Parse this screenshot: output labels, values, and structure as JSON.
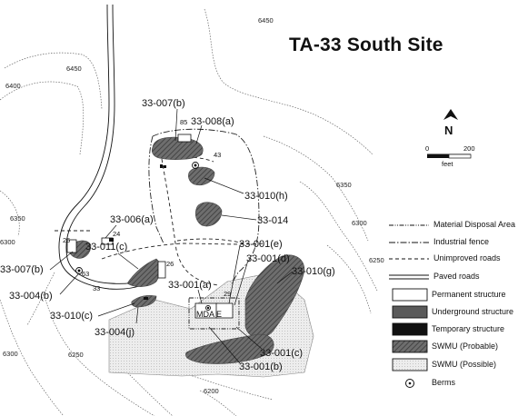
{
  "title": "TA-33 South Site",
  "north_label": "N",
  "scale": {
    "start": "0",
    "end": "200",
    "unit": "feet"
  },
  "contour_labels": [
    "6450",
    "6450",
    "6400",
    "6350",
    "6350",
    "6300",
    "6300",
    "6250",
    "6250",
    "6300",
    "6250",
    "6200"
  ],
  "site_labels": {
    "s007b_top": "33-007(b)",
    "s008a": "33-008(a)",
    "s010h": "33-010(h)",
    "s014": "33-014",
    "s006a": "33-006(a)",
    "s011c": "33-011(c)",
    "s007b_left": "33-007(b)",
    "s004b": "33-004(b)",
    "s010c": "33-010(c)",
    "s004j": "33-004(j)",
    "s001a": "33-001(a)",
    "s001e": "33-001(e)",
    "s001d": "33-001(d)",
    "s010g": "33-010(g)",
    "s001c": "33-001(c)",
    "s001b": "33-001(b)",
    "mda": "MDA E"
  },
  "building_numbers": [
    "85",
    "43",
    "24",
    "25",
    "26",
    "63",
    "33",
    "29"
  ],
  "legend": [
    {
      "key": "mda",
      "label": "Material Disposal Area"
    },
    {
      "key": "fence",
      "label": "Industrial fence"
    },
    {
      "key": "unimproved",
      "label": "Unimproved roads"
    },
    {
      "key": "paved",
      "label": "Paved roads"
    },
    {
      "key": "permanent",
      "label": "Permanent structure"
    },
    {
      "key": "underground",
      "label": "Underground structure"
    },
    {
      "key": "temporary",
      "label": "Temporary structure"
    },
    {
      "key": "swmu_probable",
      "label": "SWMU (Probable)"
    },
    {
      "key": "swmu_possible",
      "label": "SWMU (Possible)"
    },
    {
      "key": "berms",
      "label": "Berms"
    }
  ],
  "colors": {
    "probable": "#8e8e8e",
    "possible": "#e4e4e4",
    "underground": "#5a5a5a",
    "temporary": "#111111"
  }
}
